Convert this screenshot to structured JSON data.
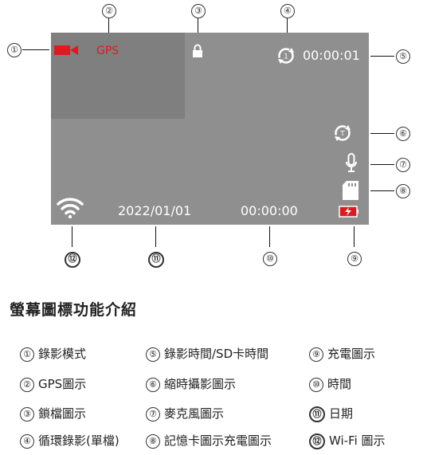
{
  "screen": {
    "gps_label": "GPS",
    "loop_time": "00:00:01",
    "date": "2022/01/01",
    "time": "00:00:00",
    "loop_badge": "1",
    "timelapse_badge": "T"
  },
  "callouts": [
    "①",
    "②",
    "③",
    "④",
    "⑤",
    "⑥",
    "⑦",
    "⑧",
    "⑨",
    "⑩",
    "⑪",
    "⑫"
  ],
  "heading": "螢幕圖標功能介紹",
  "legend": [
    {
      "num": "①",
      "label": "錄影模式"
    },
    {
      "num": "②",
      "label": "GPS圖示"
    },
    {
      "num": "③",
      "label": "鎖檔圖示"
    },
    {
      "num": "④",
      "label": "循環錄影(單檔)"
    },
    {
      "num": "⑤",
      "label": "錄影時間/SD卡時間"
    },
    {
      "num": "⑥",
      "label": "縮時攝影圖示"
    },
    {
      "num": "⑦",
      "label": "麥克風圖示"
    },
    {
      "num": "⑧",
      "label": "記憶卡圖示充電圖示"
    },
    {
      "num": "⑨",
      "label": "充電圖示"
    },
    {
      "num": "⑩",
      "label": "時間"
    },
    {
      "num": "⑪",
      "label": "日期"
    },
    {
      "num": "⑫",
      "label": "Wi-Fi 圖示"
    }
  ],
  "colors": {
    "screen": "#8f8f8f",
    "shade": "#7f7f7f",
    "record": "#e0191f",
    "battery": "#e0191f"
  }
}
